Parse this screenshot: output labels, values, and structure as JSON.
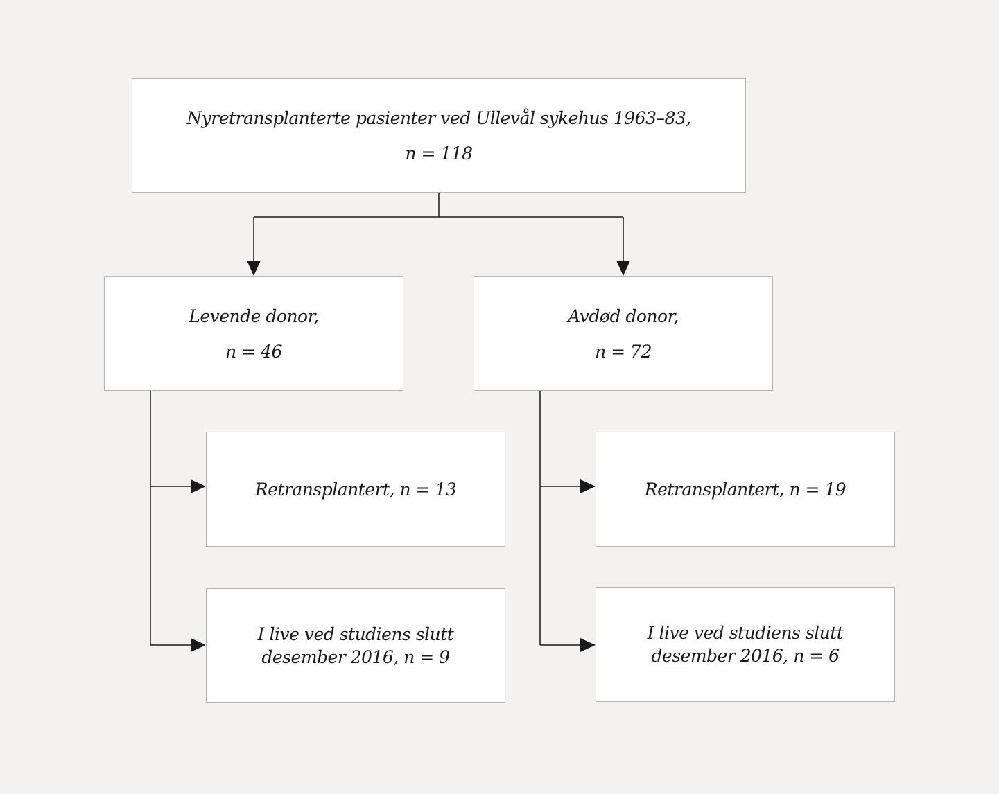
{
  "diagram": {
    "root": {
      "line1": "Nyretransplanterte pasienter ved Ullevål sykehus 1963–83,",
      "line2": "n = 118"
    },
    "living_donor": {
      "line1": "Levende donor,",
      "line2": "n = 46",
      "retransplanted": "Retransplantert, n = 13",
      "alive_line1": "I live ved studiens slutt",
      "alive_line2": "desember 2016,  n = 9"
    },
    "deceased_donor": {
      "line1": "Avdød donor,",
      "line2": "n = 72",
      "retransplanted": "Retransplantert, n = 19",
      "alive_line1": "I live ved studiens slutt",
      "alive_line2": "desember 2016, n = 6"
    }
  },
  "colors": {
    "background": "#f3f2f0",
    "box_fill": "#ffffff",
    "box_border": "#b5b5b5",
    "connector": "#1a1a1a"
  }
}
